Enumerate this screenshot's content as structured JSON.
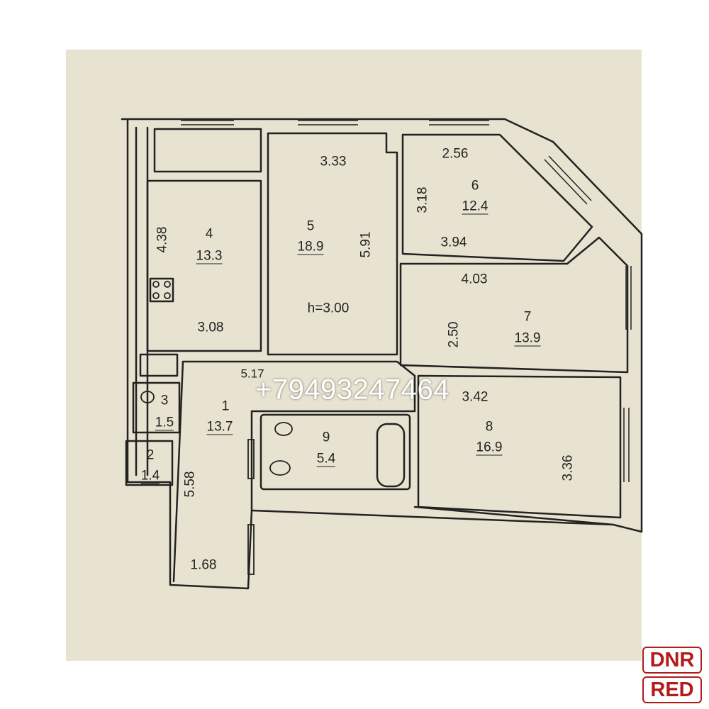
{
  "rooms": [
    {
      "number": "1",
      "area": "13.7"
    },
    {
      "number": "2",
      "area": "1.4"
    },
    {
      "number": "3",
      "area": "1.5"
    },
    {
      "number": "4",
      "area": "13.3"
    },
    {
      "number": "5",
      "area": "18.9"
    },
    {
      "number": "6",
      "area": "12.4"
    },
    {
      "number": "7",
      "area": "13.9"
    },
    {
      "number": "8",
      "area": "16.9"
    },
    {
      "number": "9",
      "area": "5.4"
    }
  ],
  "dimensions": {
    "r5_width": "3.33",
    "r5_length": "5.91",
    "ceiling_height": "h=3.00",
    "r6_top": "2.56",
    "r6_side": "3.18",
    "r6_bottom": "3.94",
    "r4_side": "4.38",
    "r4_bottom": "3.08",
    "r7_top": "4.03",
    "r7_side": "2.50",
    "hall_width": "5.17",
    "r8_top": "3.42",
    "r8_side": "3.36",
    "r1_side": "5.58",
    "r1_bottom": "1.68"
  },
  "watermark_phone": "+79493247464",
  "watermark_logo": {
    "line1": "DNR",
    "line2": "RED",
    "color": "#b31b1b"
  },
  "colors": {
    "paper": "#e8e3d0",
    "lines": "#222222"
  }
}
